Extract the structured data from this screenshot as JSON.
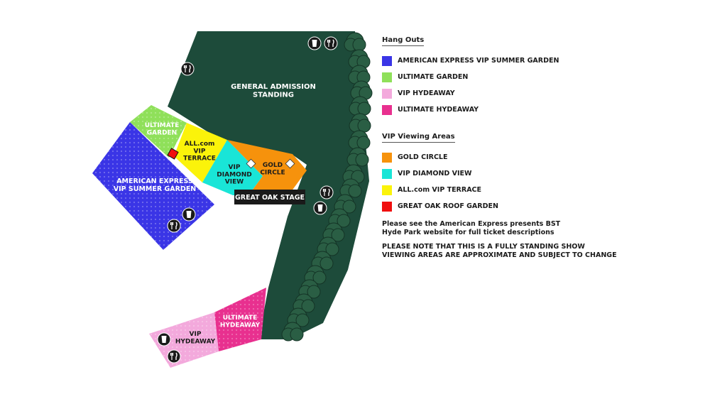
{
  "map": {
    "zones": {
      "general_admission": "GENERAL ADMISSION\nSTANDING",
      "ultimate_garden": "ULTIMATE\nGARDEN",
      "all_com_vip_terrace": "ALL.com\nVIP\nTERRACE",
      "american_express": "AMERICAN EXPRESS\nVIP SUMMER GARDEN",
      "vip_diamond_view": "VIP\nDIAMOND\nVIEW",
      "gold_circle": "GOLD\nCIRCLE",
      "stage": "GREAT OAK STAGE",
      "vip_hydeaway": "VIP\nHYDEAWAY",
      "ultimate_hydeaway": "ULTIMATE\nHYDEAWAY"
    },
    "icons": [
      "drink-icon",
      "food-icon",
      "tree-icon"
    ]
  },
  "colors": {
    "general_admission": "#1d4b3a",
    "american_express": "#3a35e6",
    "ultimate_garden": "#8fe05a",
    "vip_hydeaway": "#f3a9dc",
    "ultimate_hydeaway": "#e8308f",
    "gold_circle": "#f6920c",
    "vip_diamond_view": "#19e5d7",
    "all_com_vip_terrace": "#fbf30a",
    "great_oak_roof_garden": "#f00f0f",
    "stage": "#1a1a1a"
  },
  "legend": {
    "hang_outs": {
      "heading": "Hang Outs",
      "items": [
        {
          "label": "AMERICAN EXPRESS VIP SUMMER GARDEN",
          "color": "#3a35e6"
        },
        {
          "label": "ULTIMATE GARDEN",
          "color": "#8fe05a"
        },
        {
          "label": "VIP HYDEAWAY",
          "color": "#f3a9dc"
        },
        {
          "label": "ULTIMATE HYDEAWAY",
          "color": "#e8308f"
        }
      ]
    },
    "vip_viewing": {
      "heading": "VIP Viewing Areas",
      "items": [
        {
          "label": "GOLD CIRCLE",
          "color": "#f6920c"
        },
        {
          "label": "VIP DIAMOND VIEW",
          "color": "#19e5d7"
        },
        {
          "label": "ALL.com VIP TERRACE",
          "color": "#fbf30a"
        },
        {
          "label": "GREAT OAK ROOF GARDEN",
          "color": "#f00f0f"
        }
      ]
    },
    "note_1": "Please see the American Express presents BST\nHyde Park website for full ticket descriptions",
    "note_2": "PLEASE NOTE THAT THIS IS A FULLY STANDING SHOW\nVIEWING AREAS ARE APPROXIMATE AND SUBJECT TO CHANGE"
  }
}
